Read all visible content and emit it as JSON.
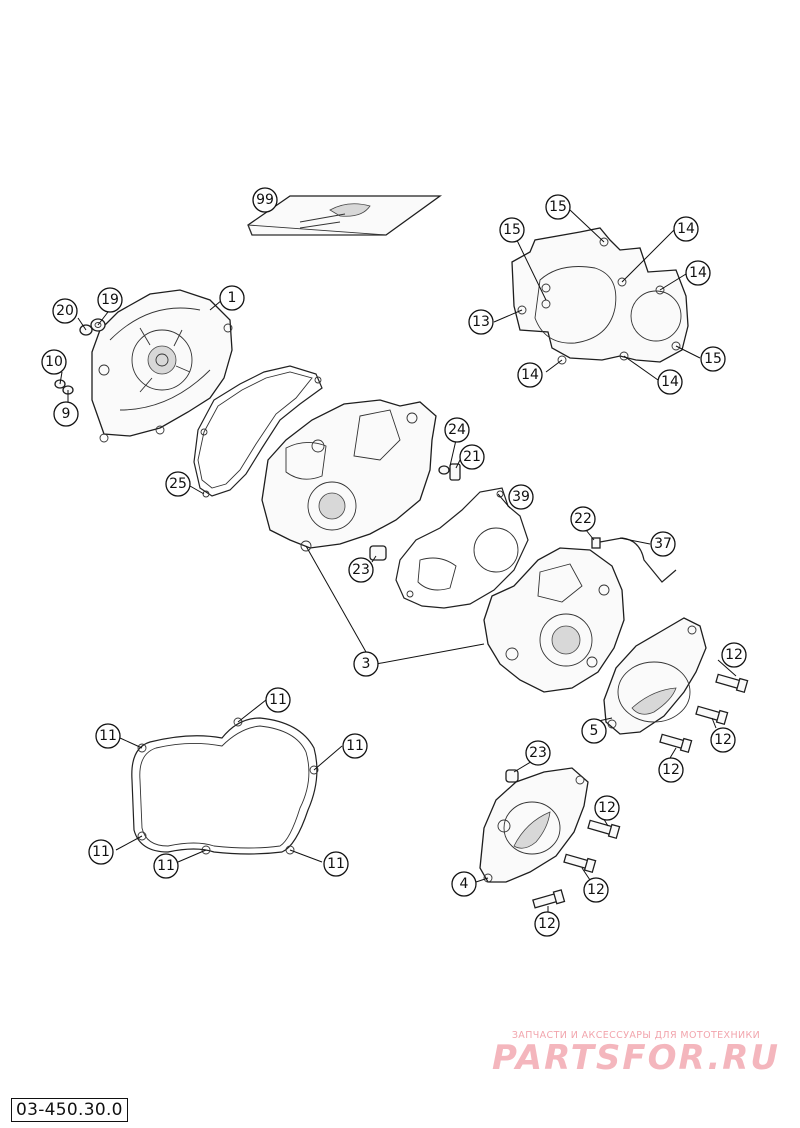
{
  "diagram": {
    "code": "03-450.30.0",
    "watermark": {
      "tagline": "ЗАПЧАСТИ И АКСЕССУАРЫ ДЛЯ МОТОТЕХНИКИ",
      "brand": "PARTSFOR.RU"
    },
    "callouts": [
      {
        "label": "99"
      },
      {
        "label": "15"
      },
      {
        "label": "15"
      },
      {
        "label": "14"
      },
      {
        "label": "14"
      },
      {
        "label": "13"
      },
      {
        "label": "14"
      },
      {
        "label": "14"
      },
      {
        "label": "15"
      },
      {
        "label": "20"
      },
      {
        "label": "19"
      },
      {
        "label": "1"
      },
      {
        "label": "10"
      },
      {
        "label": "9"
      },
      {
        "label": "25"
      },
      {
        "label": "24"
      },
      {
        "label": "21"
      },
      {
        "label": "39"
      },
      {
        "label": "22"
      },
      {
        "label": "37"
      },
      {
        "label": "23"
      },
      {
        "label": "3"
      },
      {
        "label": "12"
      },
      {
        "label": "5"
      },
      {
        "label": "12"
      },
      {
        "label": "12"
      },
      {
        "label": "11"
      },
      {
        "label": "11"
      },
      {
        "label": "11"
      },
      {
        "label": "11"
      },
      {
        "label": "11"
      },
      {
        "label": "11"
      },
      {
        "label": "23"
      },
      {
        "label": "12"
      },
      {
        "label": "12"
      },
      {
        "label": "4"
      },
      {
        "label": "12"
      }
    ]
  }
}
